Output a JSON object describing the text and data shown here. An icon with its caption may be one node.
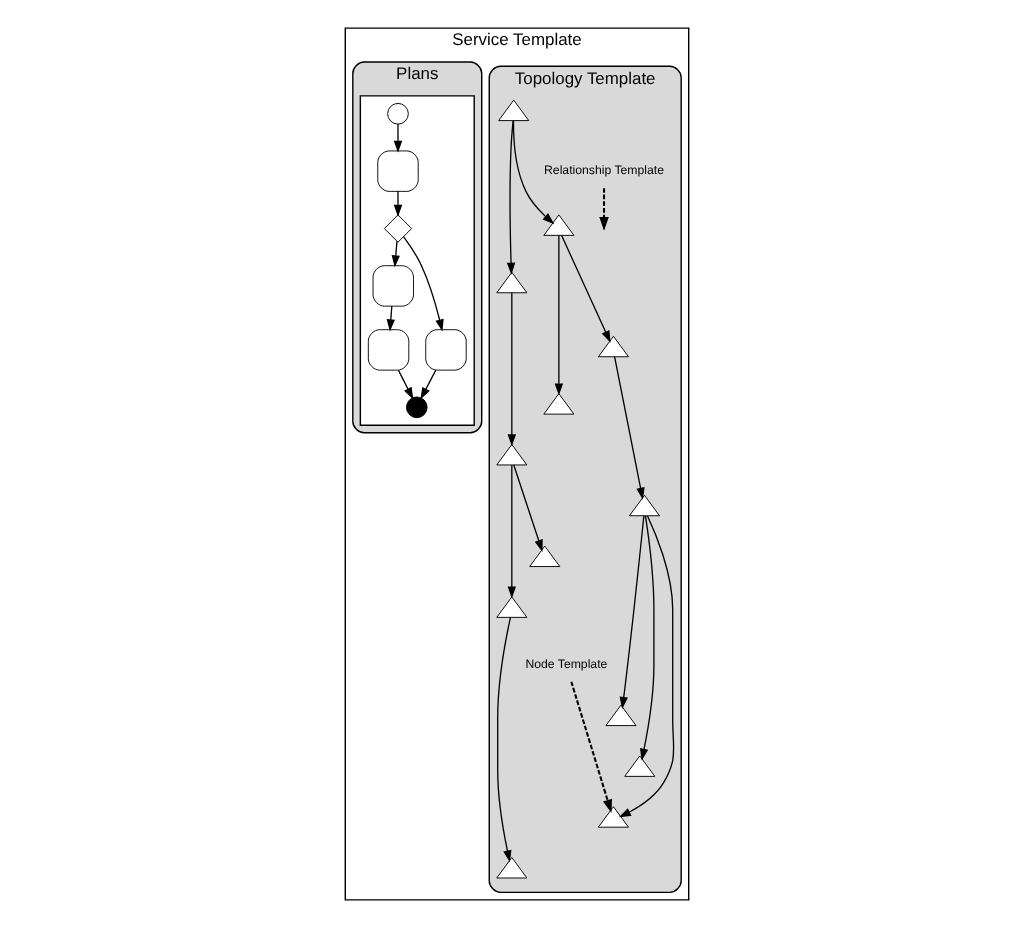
{
  "diagram": {
    "nodes": [
      {
        "text": [
          "Service Template"
        ]
      },
      {
        "text": [
          "Topology Template"
        ],
        "in": 0
      },
      {
        "text": [
          "Plans"
        ],
        "in": 0
      },
      {
        "text": [],
        "shape": "triangle",
        "in": 1
      },
      {
        "text": [
          "Relationship Template"
        ],
        "in": 1
      },
      {
        "text": [],
        "shape": "triangle",
        "in": 1
      },
      {
        "text": [],
        "shape": "triangle",
        "in": 1
      },
      {
        "text": [],
        "shape": "triangle",
        "in": 1
      },
      {
        "text": [],
        "shape": "triangle",
        "in": 1
      },
      {
        "text": [],
        "shape": "triangle",
        "in": 1
      },
      {
        "text": [],
        "shape": "triangle",
        "in": 1
      },
      {
        "text": [],
        "shape": "triangle",
        "in": 1
      },
      {
        "text": [],
        "shape": "triangle",
        "in": 1
      },
      {
        "text": [
          "Node Template"
        ],
        "in": 1
      },
      {
        "text": [],
        "shape": "triangle",
        "in": 1
      },
      {
        "text": [],
        "shape": "triangle",
        "in": 1
      },
      {
        "text": [],
        "shape": "triangle",
        "in": 1
      },
      {
        "text": [],
        "shape": "triangle",
        "in": 1
      },
      {
        "text": [],
        "shape": "box",
        "in": 2
      },
      {
        "text": [],
        "shape": "circle",
        "in": 18
      },
      {
        "text": [],
        "shape": "box",
        "in": 18
      },
      {
        "text": [],
        "shape": "diamond",
        "in": 18
      },
      {
        "text": [],
        "shape": "box",
        "in": 18
      },
      {
        "text": [],
        "shape": "box",
        "in": 18
      },
      {
        "text": [],
        "shape": "box",
        "in": 18
      },
      {
        "text": [],
        "shape": "circle",
        "in": 18
      }
    ],
    "edges": [
      {
        "from": 3,
        "to": 5,
        "arrow": "to"
      },
      {
        "from": 3,
        "to": 6,
        "arrow": "to"
      },
      {
        "from": 5,
        "to": 7,
        "arrow": "to"
      },
      {
        "from": 5,
        "to": 8,
        "arrow": "to"
      },
      {
        "from": 6,
        "to": 9,
        "arrow": "to"
      },
      {
        "from": 7,
        "to": 10,
        "arrow": "to"
      },
      {
        "from": 9,
        "to": 11,
        "arrow": "to"
      },
      {
        "from": 9,
        "to": 12,
        "arrow": "to"
      },
      {
        "from": 10,
        "to": 14,
        "arrow": "to"
      },
      {
        "from": 10,
        "to": 15,
        "arrow": "to"
      },
      {
        "from": 10,
        "to": 16,
        "arrow": "to"
      },
      {
        "from": 12,
        "to": 17,
        "arrow": "to"
      },
      {
        "from": 4,
        "to": null,
        "arrow": "to",
        "style": "dashed"
      },
      {
        "from": 13,
        "to": 16,
        "arrow": "to",
        "style": "dashed"
      },
      {
        "from": 19,
        "to": 20,
        "arrow": "to"
      },
      {
        "from": 20,
        "to": 21,
        "arrow": "to"
      },
      {
        "from": 21,
        "to": 22,
        "arrow": "to"
      },
      {
        "from": 21,
        "to": 23,
        "arrow": "to"
      },
      {
        "from": 22,
        "to": 24,
        "arrow": "to"
      },
      {
        "from": 24,
        "to": 25,
        "arrow": "to"
      },
      {
        "from": 23,
        "to": 25,
        "arrow": "to"
      }
    ]
  }
}
